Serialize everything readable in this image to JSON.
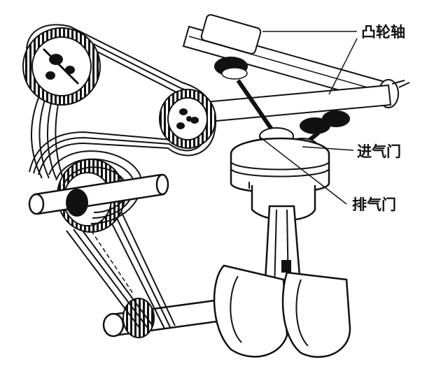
{
  "labels": {
    "camshaft": "凸轮轴",
    "intake_valve": "进气门",
    "exhaust_valve": "排气门"
  },
  "colors": {
    "ink": "#111111",
    "paper": "#ffffff"
  }
}
